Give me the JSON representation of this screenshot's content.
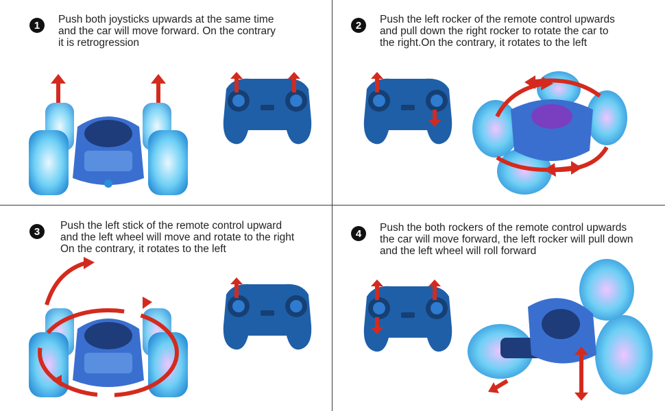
{
  "steps": [
    {
      "number": "1",
      "lines": [
        "Push both joysticks upwards at the same time",
        "and the car will move forward. On the contrary",
        "it is retrogression"
      ]
    },
    {
      "number": "2",
      "lines": [
        "Push the left rocker of the remote control upwards",
        "and pull down the right rocker to rotate the car to",
        "the right.On the contrary, it rotates to the left"
      ]
    },
    {
      "number": "3",
      "lines": [
        "Push the left stick of the remote control upward",
        "and the left wheel will move and rotate to the right",
        "On the contrary, it rotates to the left"
      ]
    },
    {
      "number": "4",
      "lines": [
        "Push the both rockers of the remote control upwards",
        "the car will move forward, the left rocker will pull down",
        "and the left wheel will roll forward"
      ]
    }
  ],
  "colors": {
    "arrow": "#d42a1e",
    "controller": "#1f5fa8",
    "controller_dark": "#163f73",
    "wheel": "#5ec9f2",
    "body": "#3a6fd0"
  }
}
